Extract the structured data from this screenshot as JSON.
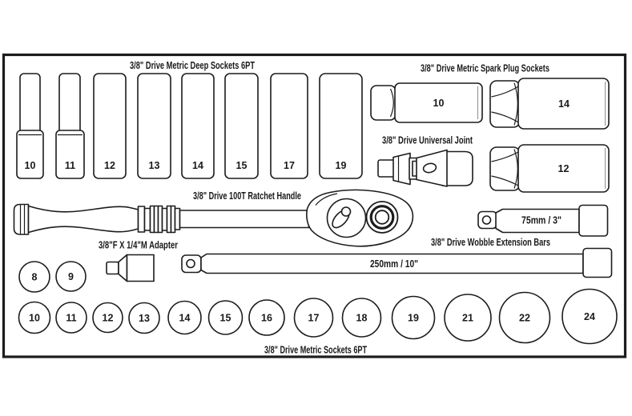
{
  "colors": {
    "ink": "#1c1c1c",
    "background": "#ffffff"
  },
  "deep_sockets": {
    "title": "3/8\" Drive Metric Deep Sockets 6PT",
    "sizes": [
      "10",
      "11",
      "12",
      "13",
      "14",
      "15",
      "17",
      "19"
    ]
  },
  "spark_plug_sockets": {
    "title": "3/8\" Drive Metric Spark Plug Sockets",
    "sizes": [
      "10",
      "14",
      "12"
    ]
  },
  "universal_joint": {
    "label": "3/8\" Drive Universal Joint"
  },
  "ratchet_handle": {
    "label": "3/8\" Drive 100T Ratchet Handle"
  },
  "adapter": {
    "label": "3/8\"F X 1/4\"M Adapter"
  },
  "extension_bars": {
    "label": "3/8\" Drive Wobble Extension Bars",
    "short": "75mm / 3\"",
    "long": "250mm / 10\""
  },
  "standard_sockets": {
    "title": "3/8\" Drive Metric Sockets 6PT",
    "row1_sizes": [
      "8",
      "9"
    ],
    "row2_sizes": [
      "10",
      "11",
      "12",
      "13",
      "14",
      "15",
      "16",
      "17",
      "18",
      "19",
      "21",
      "22",
      "24"
    ]
  }
}
